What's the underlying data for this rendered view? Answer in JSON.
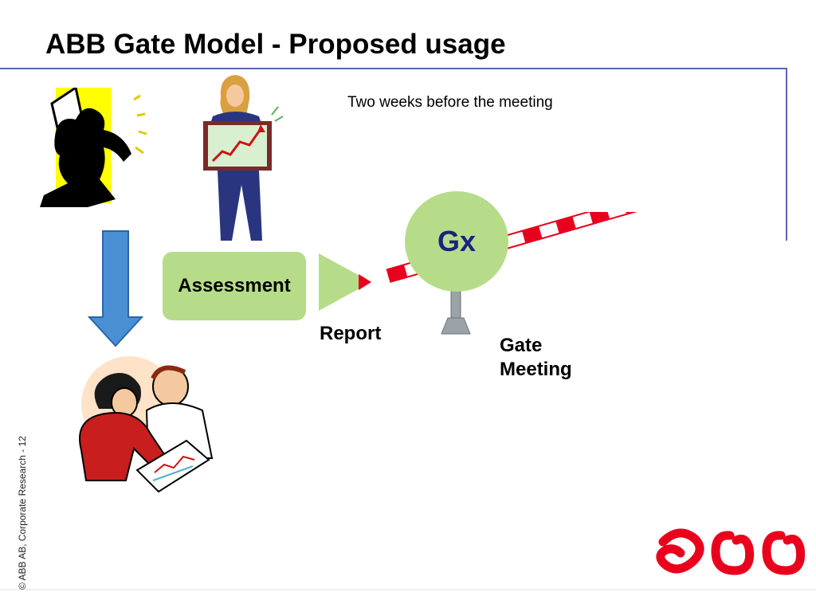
{
  "slide": {
    "title": "ABB Gate Model - Proposed usage",
    "subtitle": "Two weeks before the meeting",
    "copyright": "© ABB AB, Corporate Research - 12"
  },
  "diagram": {
    "assessment_label": "Assessment",
    "report_label": "Report",
    "gate_label": "Gx",
    "gate_meeting_label_line1": "Gate",
    "gate_meeting_label_line2": "Meeting"
  },
  "colors": {
    "assessment_fill": "#b6dc8a",
    "gate_circle_fill": "#b6dc8a",
    "gate_text": "#1a237e",
    "arrow_fill": "#4a8fd4",
    "barrier_red": "#e8001c",
    "frame_line": "#5a63b8",
    "logo_red": "#e8001c"
  },
  "icons": [
    "frustrated-person-clipart",
    "presenter-chart-clipart",
    "down-arrow",
    "meeting-people-clipart",
    "abb-logo"
  ]
}
